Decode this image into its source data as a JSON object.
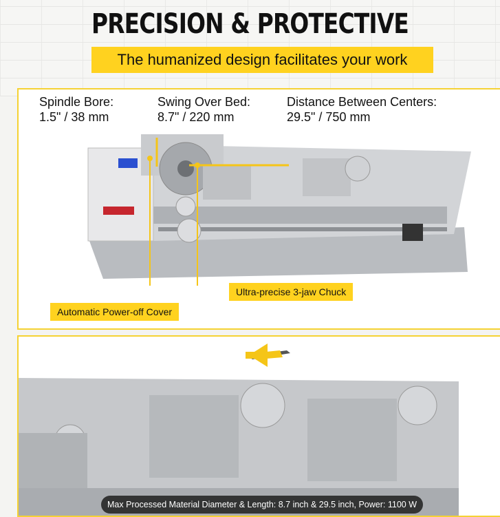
{
  "header": {
    "title": "PRECISION & PROTECTIVE",
    "subtitle": "The humanized design facilitates your work"
  },
  "specs": [
    {
      "label": "Spindle Bore:",
      "value": "1.5\" / 38 mm"
    },
    {
      "label": "Swing Over Bed:",
      "value": "8.7\" / 220 mm"
    },
    {
      "label": "Distance Between Centers:",
      "value": "29.5\" / 750 mm"
    }
  ],
  "callouts": {
    "chuck": "Ultra-precise 3-jaw Chuck",
    "cover": "Automatic Power-off Cover"
  },
  "caption": "Max Processed Material Diameter & Length: 8.7 inch & 29.5 inch, Power: 1100 W",
  "colors": {
    "accent": "#ffd21f"
  }
}
